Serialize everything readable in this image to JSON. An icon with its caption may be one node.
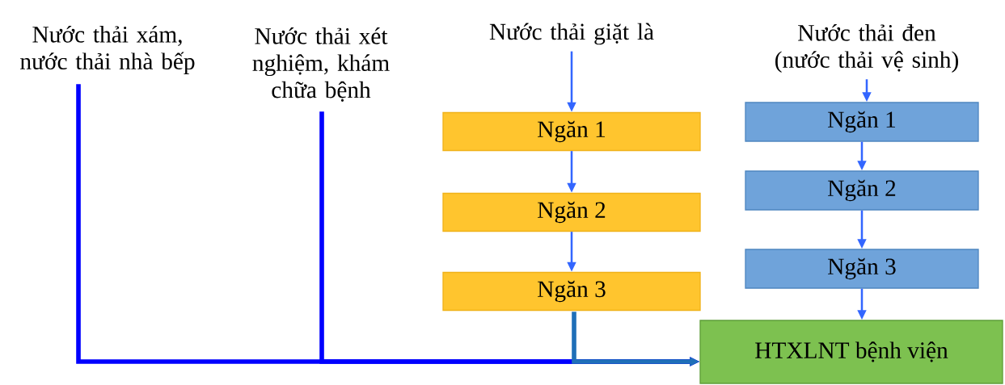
{
  "diagram": {
    "nodes": [
      {
        "text": [
          "Nước thải xám, nước thải nhà bếp"
        ]
      },
      {
        "text": [
          "Nước thải xét nghiệm, khám chữa bệnh"
        ]
      },
      {
        "text": [
          "Nước thải giặt là"
        ]
      },
      {
        "text": [
          "Ngăn 1"
        ]
      },
      {
        "text": [
          "Ngăn 2"
        ]
      },
      {
        "text": [
          "Ngăn 3"
        ]
      },
      {
        "text": [
          "Nước thải đen (nước thải vệ sinh)"
        ]
      },
      {
        "text": [
          "Ngăn 1"
        ]
      },
      {
        "text": [
          "Ngăn 2"
        ]
      },
      {
        "text": [
          "Ngăn 3"
        ]
      },
      {
        "text": [
          "HTXLNT bệnh viện"
        ]
      }
    ],
    "edges": [
      {
        "from": 2,
        "to": 3,
        "arrow": "to"
      },
      {
        "from": 3,
        "to": 4,
        "arrow": "to"
      },
      {
        "from": 4,
        "to": 5,
        "arrow": "to"
      },
      {
        "from": 6,
        "to": 7,
        "arrow": "to"
      },
      {
        "from": 7,
        "to": 8,
        "arrow": "to"
      },
      {
        "from": 8,
        "to": 9,
        "arrow": "to"
      },
      {
        "from": 9,
        "to": 10,
        "arrow": "to"
      },
      {
        "from": 0,
        "to": 10,
        "arrow": "to",
        "style": "thick",
        "color": "#0000ff"
      },
      {
        "from": 1,
        "to": 10,
        "arrow": "to",
        "style": "thick",
        "color": "#0000ff"
      },
      {
        "from": 5,
        "to": 10,
        "arrow": "to",
        "style": "thick",
        "color": "#1f6fb8"
      }
    ]
  }
}
